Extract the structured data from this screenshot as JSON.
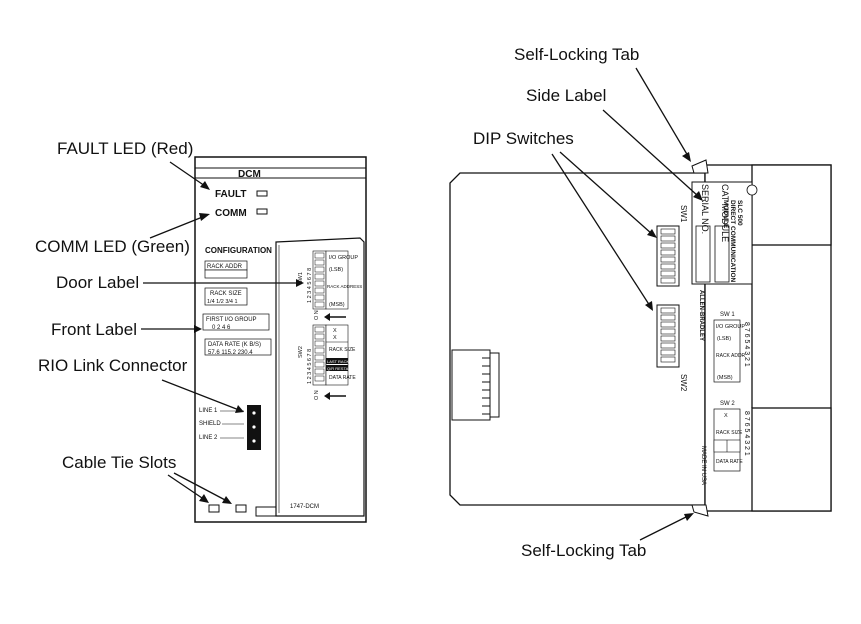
{
  "callouts": {
    "fault_led": "FAULT LED (Red)",
    "comm_led": "COMM LED (Green)",
    "door_label": "Door Label",
    "front_label": "Front Label",
    "rio_link_connector": "RIO Link Connector",
    "cable_tie_slots": "Cable Tie Slots",
    "self_locking_tab_top": "Self-Locking Tab",
    "side_label": "Side Label",
    "dip_switches": "DIP Switches",
    "self_locking_tab_bottom": "Self-Locking Tab"
  },
  "front_view": {
    "module_name": "DCM",
    "fault": "FAULT",
    "comm": "COMM",
    "configuration": "CONFIGURATION",
    "rack_addr": "RACK ADDR",
    "rack_size": "RACK SIZE",
    "rack_size_values": "1/4  1/2  3/4  1",
    "first_io_group": "FIRST I/O GROUP",
    "first_io_group_values": "0     2     4     6",
    "data_rate": "DATA RATE (K B/S)",
    "data_rate_values": "57.6   115.2   230.4",
    "line1": "LINE 1",
    "shield": "SHIELD",
    "line2": "LINE 2",
    "catalog": "1747-DCM",
    "door": {
      "sw1": "SW1",
      "sw2": "SW2",
      "io_group": "I/O GROUP",
      "lsb": "(LSB)",
      "rack_address": "RACK ADDRESS",
      "msb": "(MSB)",
      "x1": "X",
      "x2": "X",
      "rack_size": "RACK SIZE",
      "last_rack": "LAST RACK",
      "q_restart": "Q/R RESTART",
      "data_rate": "DATA RATE",
      "on1": "O N",
      "on2": "O N",
      "nums": "1 2 3 4 5 6 7 8"
    }
  },
  "side_view": {
    "sw1": "SW1",
    "sw2": "SW2",
    "serial_no": "SERIAL NO.",
    "cat_module": "CAT MODULE",
    "slc500": "SLC 500",
    "direct_communication": "DIRECT COMMUNICATION",
    "module": "MODULE",
    "brand": "ALLEN-BRADLEY",
    "made_in_usa": "MADE IN USA",
    "sw1_label": "SW 1",
    "io_group": "I/O GROUP",
    "lsb": "(LSB)",
    "rack_addr": "RACK ADDR",
    "msb": "(MSB)",
    "sw2_label": "SW 2",
    "x": "X",
    "rack_size": "RACK SIZE",
    "data_rate": "DATA RATE",
    "nums_desc": "8 7 6 5 4 3 2 1"
  }
}
